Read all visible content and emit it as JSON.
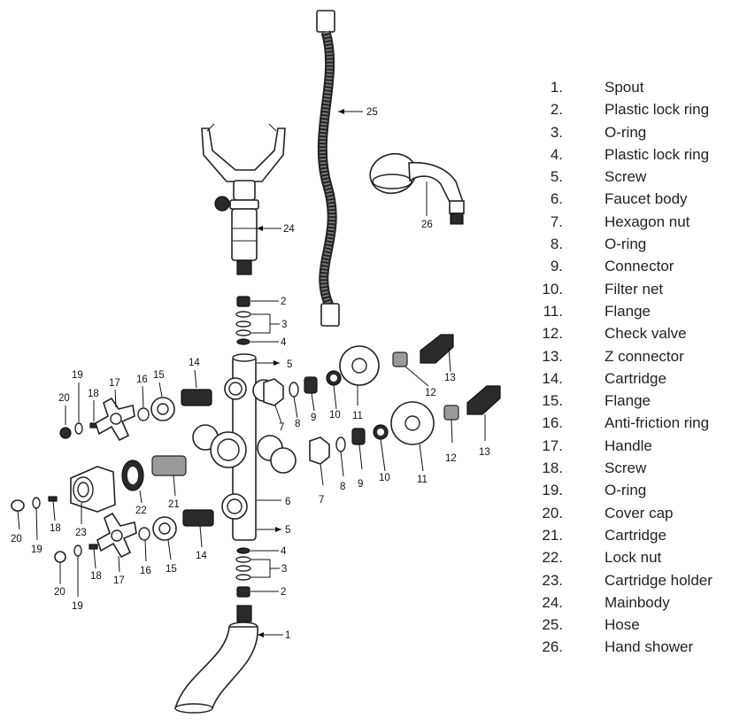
{
  "figure": {
    "callouts": {
      "c1": "1",
      "c2a": "2",
      "c2b": "2",
      "c3a": "3",
      "c3b": "3",
      "c4a": "4",
      "c4b": "4",
      "c5a": "5",
      "c5b": "5",
      "c6": "6",
      "c7a": "7",
      "c7b": "7",
      "c8a": "8",
      "c8b": "8",
      "c9a": "9",
      "c9b": "9",
      "c10a": "10",
      "c10b": "10",
      "c11a": "11",
      "c11b": "11",
      "c12a": "12",
      "c12b": "12",
      "c13a": "13",
      "c13b": "13",
      "c14a": "14",
      "c14b": "14",
      "c15a": "15",
      "c15b": "15",
      "c16a": "16",
      "c16b": "16",
      "c17a": "17",
      "c17b": "17",
      "c18a": "18",
      "c18b": "18",
      "c18c": "18",
      "c19a": "19",
      "c19b": "19",
      "c19c": "19",
      "c20a": "20",
      "c20b": "20",
      "c20c": "20",
      "c21": "21",
      "c22": "22",
      "c23": "23",
      "c24": "24",
      "c25": "25",
      "c26": "26"
    }
  },
  "legend": [
    {
      "num": "1.",
      "name": "Spout"
    },
    {
      "num": "2.",
      "name": "Plastic lock ring"
    },
    {
      "num": "3.",
      "name": "O-ring"
    },
    {
      "num": "4.",
      "name": "Plastic lock ring"
    },
    {
      "num": "5.",
      "name": "Screw"
    },
    {
      "num": "6.",
      "name": "Faucet body"
    },
    {
      "num": "7.",
      "name": "Hexagon nut"
    },
    {
      "num": "8.",
      "name": "O-ring"
    },
    {
      "num": "9.",
      "name": "Connector"
    },
    {
      "num": "10.",
      "name": "Filter net"
    },
    {
      "num": "11.",
      "name": "Flange"
    },
    {
      "num": "12.",
      "name": "Check valve"
    },
    {
      "num": "13.",
      "name": "Z connector"
    },
    {
      "num": "14.",
      "name": "Cartridge"
    },
    {
      "num": "15.",
      "name": "Flange"
    },
    {
      "num": "16.",
      "name": "Anti-friction ring"
    },
    {
      "num": "17.",
      "name": "Handle"
    },
    {
      "num": "18.",
      "name": "Screw"
    },
    {
      "num": "19.",
      "name": "O-ring"
    },
    {
      "num": "20.",
      "name": "Cover cap"
    },
    {
      "num": "21.",
      "name": "Cartridge"
    },
    {
      "num": "22.",
      "name": "Lock nut"
    },
    {
      "num": "23.",
      "name": "Cartridge holder"
    },
    {
      "num": "24.",
      "name": "Mainbody"
    },
    {
      "num": "25.",
      "name": "Hose"
    },
    {
      "num": "26.",
      "name": "Hand shower"
    }
  ]
}
